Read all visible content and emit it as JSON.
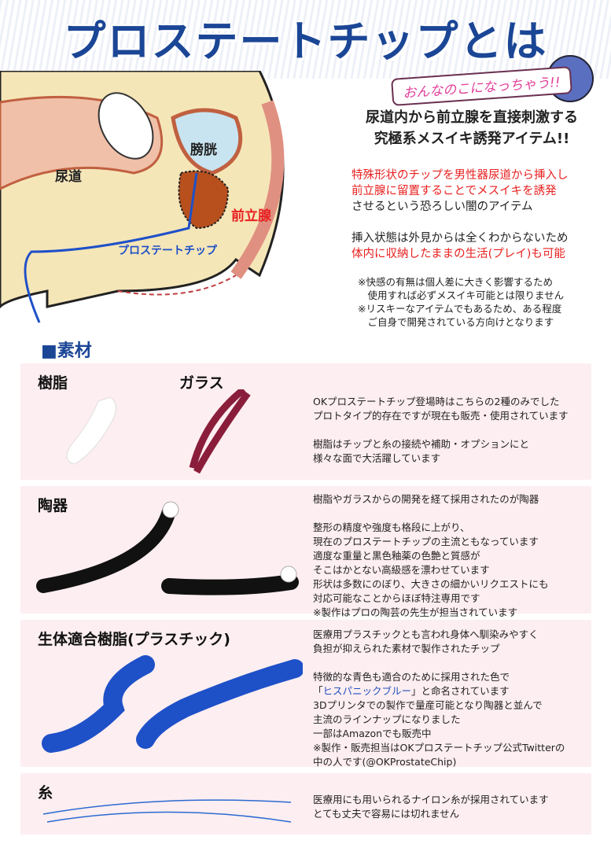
{
  "title": "プロステートチップとは",
  "bubble": "おんなのこになっちゃう!!",
  "lead": [
    "尿道内から前立腺を直接刺激する",
    "究極系メスイキ誘発アイテム!!"
  ],
  "diagram": {
    "urethra": "尿道",
    "bladder": "膀胱",
    "prostate": "前立腺",
    "chip": "プロステートチップ"
  },
  "desc1": {
    "red1": "特殊形状のチップを男性器尿道から挿入し",
    "red2": "前立腺に留置することでメスイキを誘発",
    "black": "させるという恐ろしい闇のアイテム"
  },
  "desc2": {
    "black": "挿入状態は外見からは全くわからないため",
    "red": "体内に収納したままの生活(プレイ)も可能"
  },
  "notes": [
    "※快感の有無は個人差に大きく影響するため",
    "　使用すれば必ずメスイキ可能とは限りません",
    "※リスキーなアイテムでもあるため、ある程度",
    "　ご自身で開発されている方向けとなります"
  ],
  "section": "■素材",
  "panels": {
    "resin": {
      "h1": "樹脂",
      "h2": "ガラス",
      "text": "OKプロステートチップ登場時はこちらの2種のみでした\nプロトタイプ的存在ですが現在も販売・使用されています\n\n樹脂はチップと糸の接続や補助・オプションにと\n様々な面で大活躍しています"
    },
    "ceramic": {
      "h": "陶器",
      "text": "樹脂やガラスからの開発を経て採用されたのが陶器\n\n整形の精度や強度も格段に上がり、\n現在のプロステートチップの主流ともなっています\n適度な重量と黒色釉薬の色艶と質感が\nそこはかとない高級感を漂わせています\n形状は多数にのぼり、大きさの細かいリクエストにも\n対応可能なことからほぼ特注専用です\n※製作はプロの陶芸の先生が担当されています"
    },
    "plastic": {
      "h": "生体適合樹脂(プラスチック)",
      "t1": "医療用プラスチックとも言われ身体へ馴染みやすく\n負担が抑えられた素材で製作されたチップ\n\n特徴的な青色も適合のために採用された色で",
      "open": "「",
      "blue": "ヒスパニックブルー",
      "close": "」と命名されています",
      "t2": "3Dプリンタでの製作で量産可能となり陶器と並んで\n主流のラインナップになりました\n一部はAmazonでも販売中\n※製作・販売担当はOKプロステートチップ公式Twitterの\n中の人です(@OKProstateChip)"
    },
    "thread": {
      "h": "糸",
      "text": "医療用にも用いられるナイロン糸が採用されています\nとても丈夫で容易には切れません"
    }
  },
  "colors": {
    "title": "#1b4696",
    "red": "#e82020",
    "panel": "#fdeef1",
    "skin": "#f5e6b8",
    "organ": "#b8501e",
    "chipBlue": "#1e50c8"
  }
}
